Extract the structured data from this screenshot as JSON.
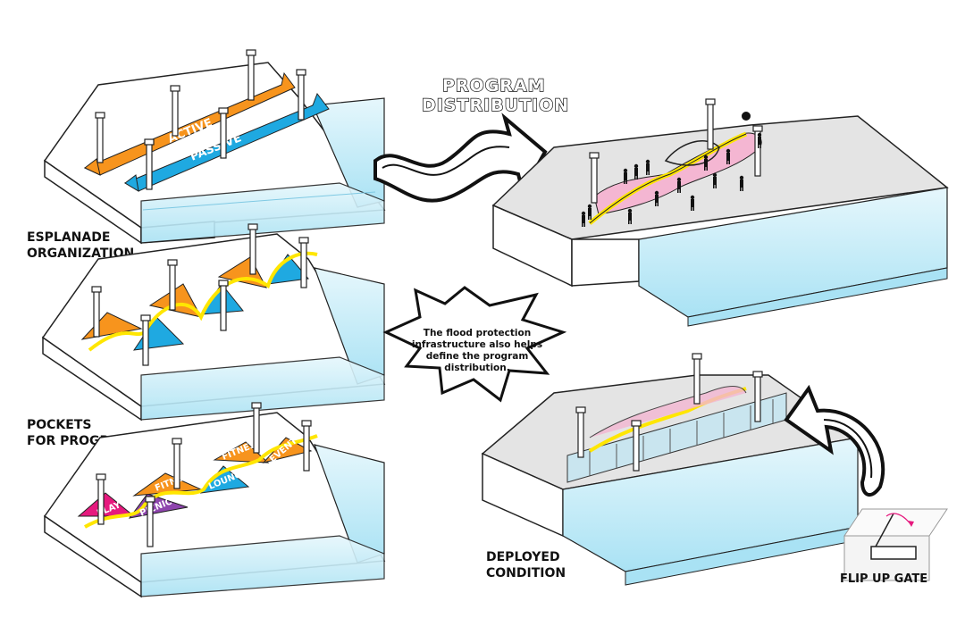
{
  "labels": {
    "esplanade_line1": "ESPLANADE",
    "esplanade_line2": "ORGANIZATION",
    "pockets_line1": "POCKETS",
    "pockets_line2": "FOR PROGRAM",
    "title_line1": "PROGRAM",
    "title_line2": "DISTRIBUTION",
    "deployed_line1": "DEPLOYED",
    "deployed_line2": "CONDITION",
    "gate": "FLIP UP GATE"
  },
  "bands": {
    "active": "ACTIVE",
    "passive": "PASSIVE"
  },
  "pockets": {
    "play": "PLAY",
    "picnic": "PICNIC",
    "fitness1": "FITNESS",
    "lounge": "LOUNGE",
    "fitness2": "FITNESS",
    "event": "EVENT"
  },
  "callout": {
    "line1": "The flood protection",
    "line2": "infrastructure also helps",
    "line3": "define the program",
    "line4": "distribution."
  },
  "colors": {
    "orange": "#F7941D",
    "blue": "#1FA9E1",
    "yellow": "#FFE600",
    "magenta": "#E6197E",
    "purple": "#8E44AD",
    "water": "#CDEEF8",
    "pink": "#F4B6D2"
  },
  "icons": [
    "curved-arrow-icon",
    "flip-arrow-icon",
    "burst-callout-icon",
    "flip-gate-icon"
  ]
}
